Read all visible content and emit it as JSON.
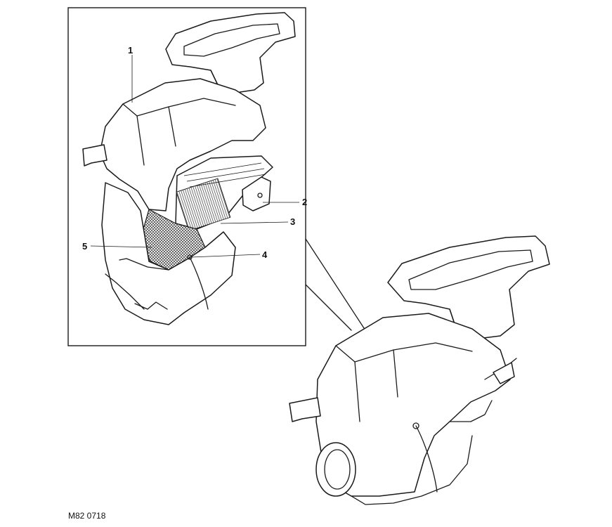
{
  "drawing_number": "M82 0718",
  "callouts": [
    {
      "id": "1",
      "label": "1"
    },
    {
      "id": "2",
      "label": "2"
    },
    {
      "id": "3",
      "label": "3"
    },
    {
      "id": "4",
      "label": "4"
    },
    {
      "id": "5",
      "label": "5"
    }
  ]
}
